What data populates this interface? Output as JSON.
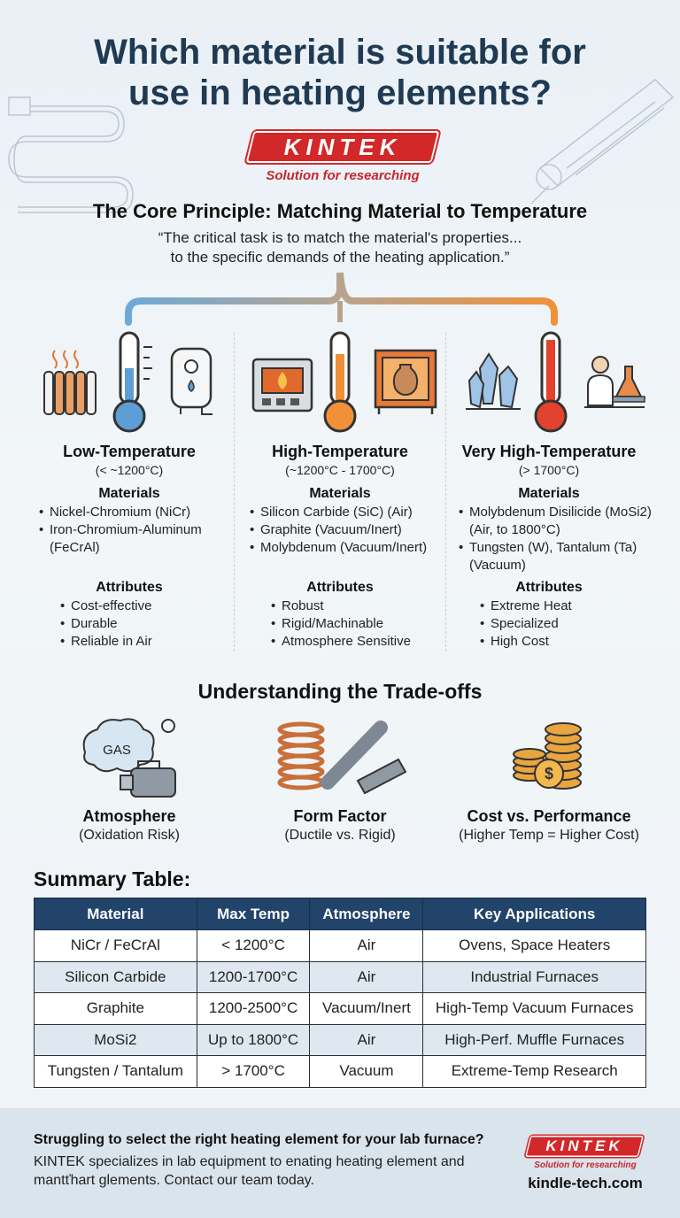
{
  "header": {
    "title_line1": "Which material is suitable for",
    "title_line2": "use in heating elements?",
    "logo": "KINTEK",
    "tagline": "Solution for researching"
  },
  "core": {
    "title": "The Core Principle: Matching Material to Temperature",
    "quote_line1": "“The critical task is to match the material's properties...",
    "quote_line2": "to the specific demands of the heating application.”"
  },
  "columns": [
    {
      "title": "Low-Temperature",
      "range": "(< ~1200°C)",
      "materials_label": "Materials",
      "materials": [
        "Nickel-Chromium (NiCr)",
        "Iron-Chromium-Aluminum (FeCrAl)"
      ],
      "attributes_label": "Attributes",
      "attributes": [
        "Cost-effective",
        "Durable",
        "Reliable in Air"
      ],
      "thermo_color": "#5b9fd6"
    },
    {
      "title": "High-Temperature",
      "range": "(~1200°C - 1700°C)",
      "materials_label": "Materials",
      "materials": [
        "Silicon Carbide (SiC) (Air)",
        "Graphite (Vacuum/Inert)",
        "Molybdenum (Vacuum/Inert)"
      ],
      "attributes_label": "Attributes",
      "attributes": [
        "Robust",
        "Rigid/Machinable",
        "Atmosphere Sensitive"
      ],
      "thermo_color": "#f0913a"
    },
    {
      "title": "Very High-Temperature",
      "range": "(> 1700°C)",
      "materials_label": "Materials",
      "materials": [
        "Molybdenum Disilicide (MoSi2) (Air, to 1800°C)",
        "Tungsten (W), Tantalum (Ta) (Vacuum)"
      ],
      "attributes_label": "Attributes",
      "attributes": [
        "Extreme Heat",
        "Specialized",
        "High Cost"
      ],
      "thermo_color": "#e2432e"
    }
  ],
  "tradeoffs": {
    "title": "Understanding the Trade-offs",
    "gas_label": "GAS",
    "items": [
      {
        "title": "Atmosphere",
        "sub": "(Oxidation Risk)"
      },
      {
        "title": "Form Factor",
        "sub": "(Ductile vs. Rigid)"
      },
      {
        "title": "Cost vs. Performance",
        "sub": "(Higher Temp = Higher Cost)"
      }
    ]
  },
  "summary": {
    "title": "Summary Table:",
    "headers": [
      "Material",
      "Max Temp",
      "Atmosphere",
      "Key Applications"
    ],
    "rows": [
      [
        "NiCr / FeCrAl",
        "< 1200°C",
        "Air",
        "Ovens, Space Heaters"
      ],
      [
        "Silicon Carbide",
        "1200-1700°C",
        "Air",
        "Industrial Furnaces"
      ],
      [
        "Graphite",
        "1200-2500°C",
        "Vacuum/Inert",
        "High-Temp Vacuum Furnaces"
      ],
      [
        "MoSi2",
        "Up to 1800°C",
        "Air",
        "High-Perf. Muffle Furnaces"
      ],
      [
        "Tungsten / Tantalum",
        "> 1700°C",
        "Vacuum",
        "Extreme-Temp Research"
      ]
    ]
  },
  "footer": {
    "question": "Struggling to select the right heating element for your lab furnace?",
    "body": "KINTEK specializes in lab equipment to enating heating element and mantťhart glements. Contact our team today.",
    "logo": "KINTEK",
    "tagline": "Solution for researching",
    "site": "kindle-tech.com"
  },
  "colors": {
    "title": "#1f3a52",
    "brand_red": "#d3282a",
    "table_header": "#22436a",
    "row_alt": "#dfe8f0"
  }
}
